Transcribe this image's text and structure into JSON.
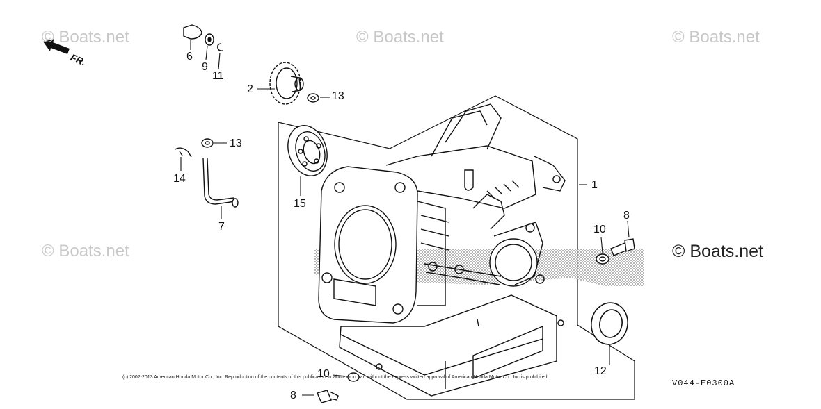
{
  "watermark": "© Boats.net",
  "watermark_emphasis": "© Boats.net",
  "orientation_label": "FR.",
  "callouts": {
    "c1": "1",
    "c2": "2",
    "c6": "6",
    "c7": "7",
    "c8a": "8",
    "c8b": "8",
    "c9": "9",
    "c10a": "10",
    "c10b": "10",
    "c11": "11",
    "c12": "12",
    "c13a": "13",
    "c13b": "13",
    "c14": "14",
    "c15": "15"
  },
  "copyright": "(c) 2002-2013 American Honda Motor Co., Inc. Reproduction of the contents of this publication in whole or in part without the express written approval of American Honda Motor Co., Inc is prohibited.",
  "reference_code": "V044-E0300A",
  "colors": {
    "ink": "#111111",
    "watermark": "#c8c8c8",
    "paper": "#ffffff"
  }
}
